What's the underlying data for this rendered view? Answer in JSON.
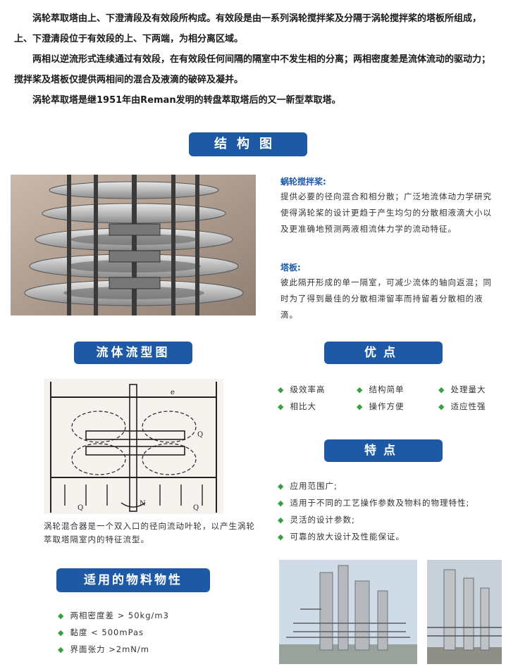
{
  "intro": [
    "涡轮萃取塔由上、下澄清段及有效段所构成。有效段是由一系列涡轮搅拌桨及分隔于涡轮搅拌桨的塔板所组成，上、下澄清段位于有效段的上、下两端，为相分离区域。",
    "两相以逆流形式连续通过有效段，在有效段任何间隔的隔室中不发生相的分离；两相密度差是流体流动的驱动力；搅拌桨及塔板仅提供两相间的混合及液滴的破碎及凝并。",
    "涡轮萃取塔是继1951年由Reman发明的转盘萃取塔后的又一新型萃取塔。"
  ],
  "sections": {
    "structure": "结构图",
    "flow": "流体流型图",
    "advantages": "优点",
    "features": "特点",
    "materials": "适用的物料物性"
  },
  "impeller": {
    "title": "蜗轮搅拌桨:",
    "text": "提供必要的径向混合和相分散；广泛地流体动力学研究使得涡轮桨的设计更趋于产生均匀的分散相液滴大小以及更准确地预测两液相流体力学的流动特征。"
  },
  "plate": {
    "title": "塔板:",
    "text": "彼此隔开形成的单一隔室，可减少流体的轴向返混；同时为了得到最佳的分散相滞留率而持留着分散相的液滴。"
  },
  "diagram_caption": "涡轮混合器是一个双入口的径向流动叶轮，以产生涡轮萃取塔隔室内的特征流型。",
  "diagram_labels": {
    "e": "e",
    "q1": "Q",
    "q0": "Q",
    "q0b": "Q",
    "n": "N"
  },
  "advantages": [
    "级效率高",
    "结构简单",
    "处理量大",
    "相比大",
    "操作方便",
    "适应性强"
  ],
  "features": [
    "应用范围广;",
    "适用于不同的工艺操作参数及物料的物理特性;",
    "灵活的设计参数;",
    "可靠的放大设计及性能保证。"
  ],
  "materials": [
    "两相密度差   > 50kg/m3",
    "黏度  < 500mPas",
    "界面张力  >2mN/m"
  ]
}
